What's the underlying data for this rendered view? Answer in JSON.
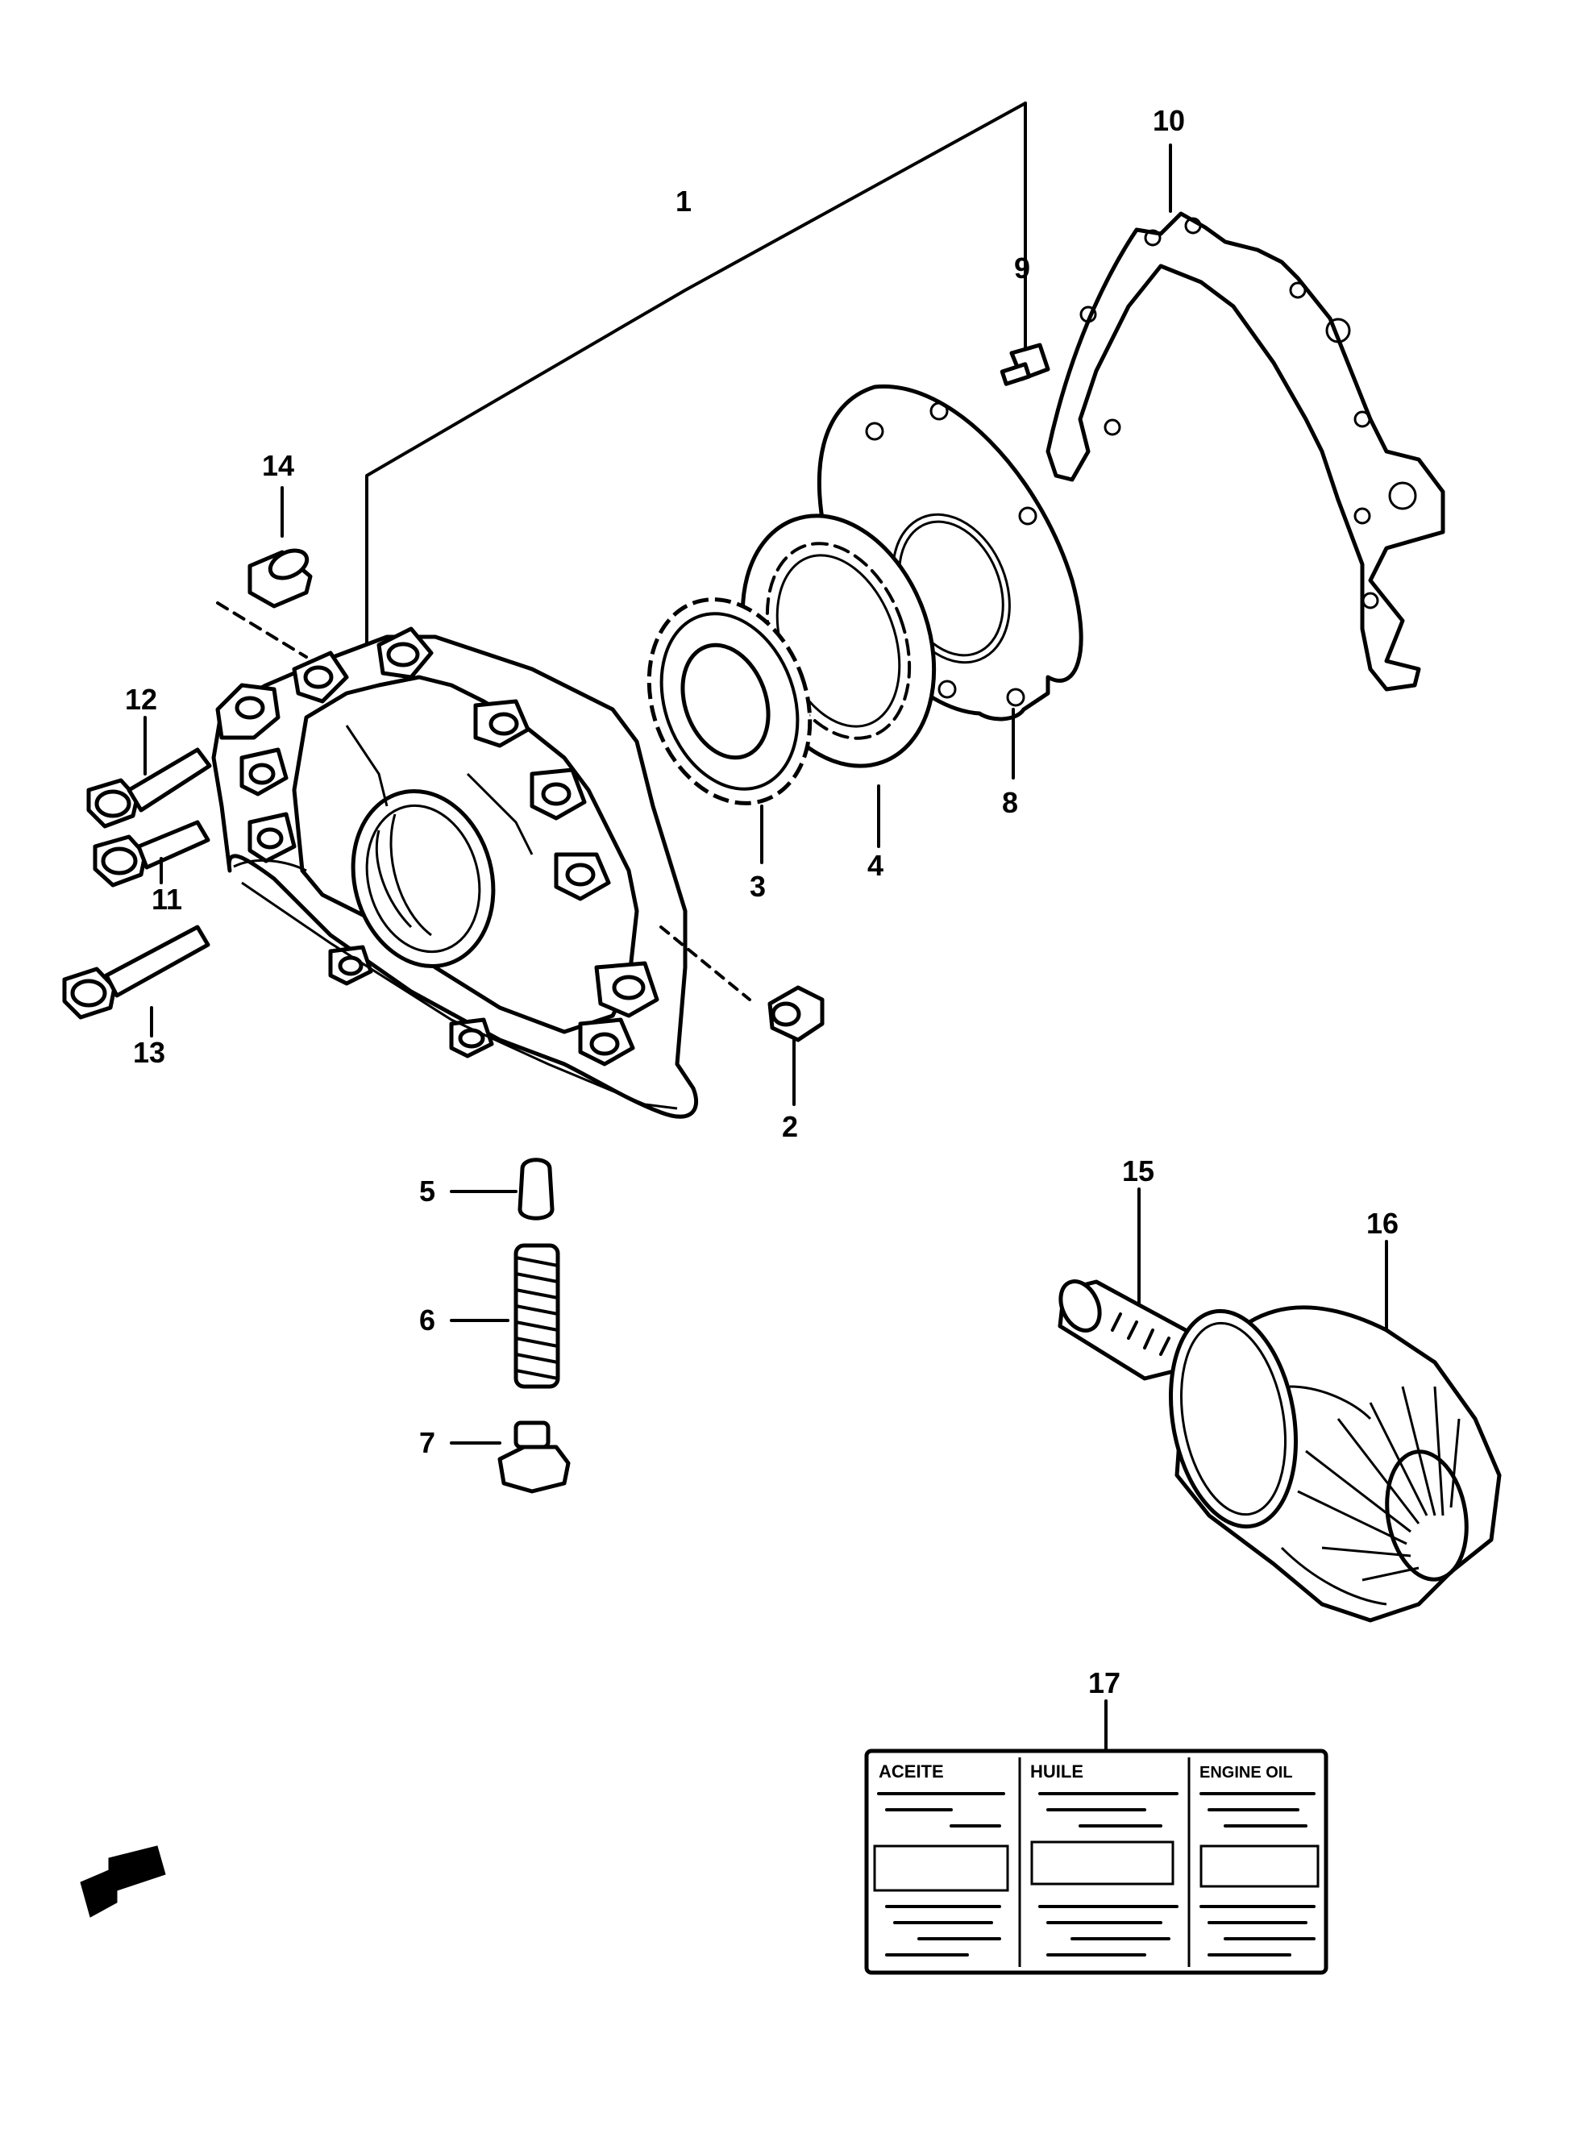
{
  "callouts": {
    "c1": "1",
    "c2": "2",
    "c3": "3",
    "c4": "4",
    "c5": "5",
    "c6": "6",
    "c7": "7",
    "c8": "8",
    "c9": "9",
    "c10": "10",
    "c11": "11",
    "c12": "12",
    "c13": "13",
    "c14": "14",
    "c15": "15",
    "c16": "16",
    "c17": "17"
  },
  "label": {
    "col1_header": "ACEITE",
    "col2_header": "HUILE",
    "col3_header": "ENGINE OIL"
  },
  "icons": [
    "front-direction-arrow-icon"
  ],
  "colors": {
    "ink": "#000000",
    "paper": "#ffffff"
  }
}
